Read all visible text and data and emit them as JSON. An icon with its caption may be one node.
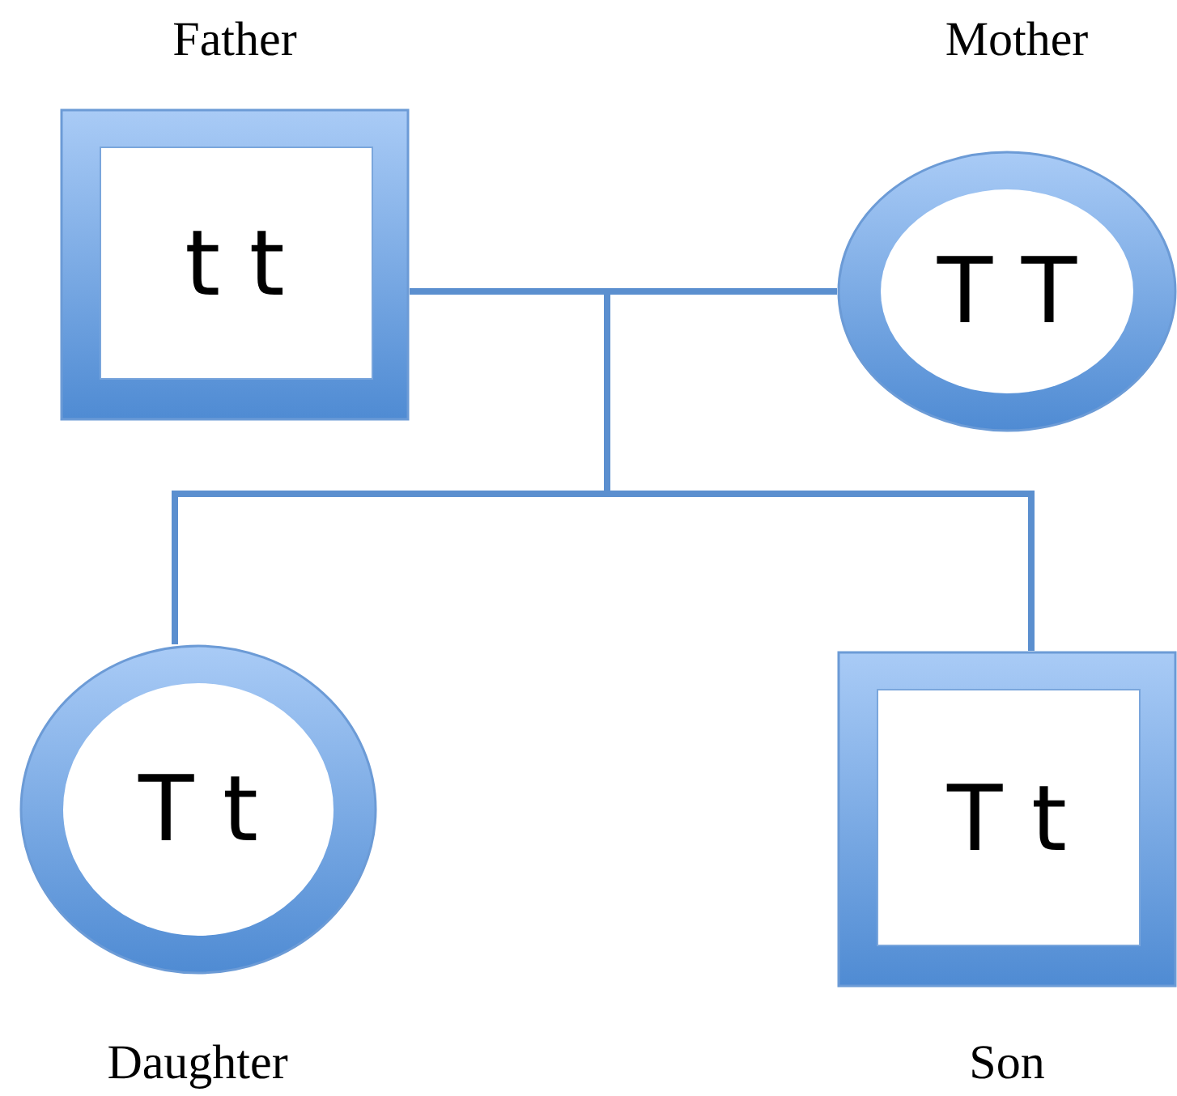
{
  "diagram": {
    "nodes": [
      {
        "text": [
          "t t"
        ],
        "beside": [
          "Father"
        ]
      },
      {
        "text": [
          "T T"
        ],
        "beside": [
          "Mother"
        ]
      },
      {
        "text": [
          "T t"
        ],
        "beside": [
          "Daughter"
        ]
      },
      {
        "text": [
          "T t"
        ],
        "beside": [
          "Son"
        ]
      }
    ],
    "edges": [
      {
        "from": 0,
        "to": 1,
        "arrow": "none"
      },
      {
        "from": 0,
        "to": 2,
        "arrow": "none"
      },
      {
        "from": 0,
        "to": 3,
        "arrow": "none"
      },
      {
        "from": 1,
        "to": 2,
        "arrow": "none"
      },
      {
        "from": 1,
        "to": 3,
        "arrow": "none"
      }
    ]
  }
}
